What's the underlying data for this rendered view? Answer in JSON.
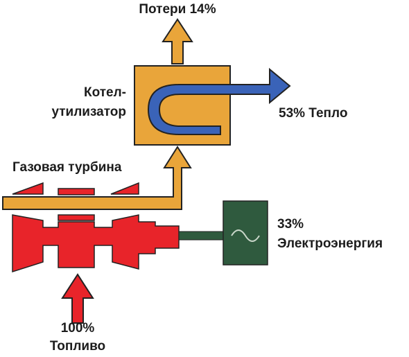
{
  "labels": {
    "losses": "Потери 14%",
    "boiler_line1": "Котел-",
    "boiler_line2": "утилизатор",
    "heat": "53% Тепло",
    "gas_turbine": "Газовая турбина",
    "electricity_pct": "33%",
    "electricity": "Электроэнергия",
    "fuel_pct": "100%",
    "fuel": "Топливо"
  },
  "colors": {
    "turbine": "#e8242a",
    "exhaust": "#e9a53a",
    "boiler": "#e9a53a",
    "heat_pipe": "#3a63b8",
    "generator": "#2f5a3e",
    "shaft": "#2f5a3e",
    "outline": "#222222"
  }
}
